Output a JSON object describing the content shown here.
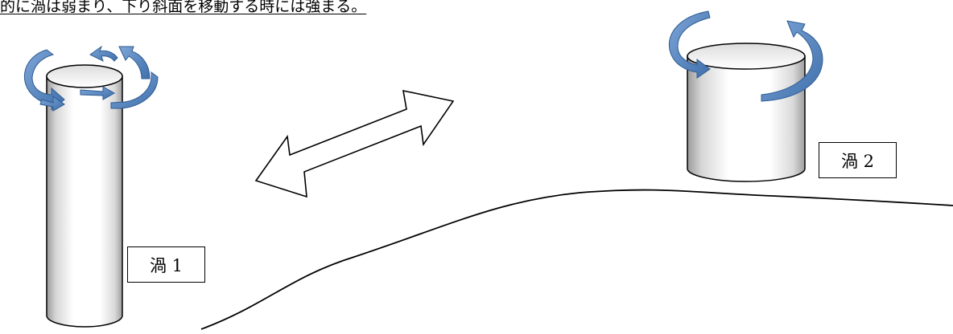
{
  "caption": "的に渦は弱まり、下り斜面を移動する時には強まる。",
  "vortex1": {
    "label": "渦 1"
  },
  "vortex2": {
    "label": "渦 2"
  },
  "colors": {
    "arrow_blue": "#4f81bd",
    "arrow_blue_dark": "#2f5b92",
    "outline": "#000000",
    "cylinder_shade": "#c9c9c9"
  },
  "icons": {
    "rotation": "curved-arrow-icon",
    "movement": "double-headed-arrow-icon"
  }
}
